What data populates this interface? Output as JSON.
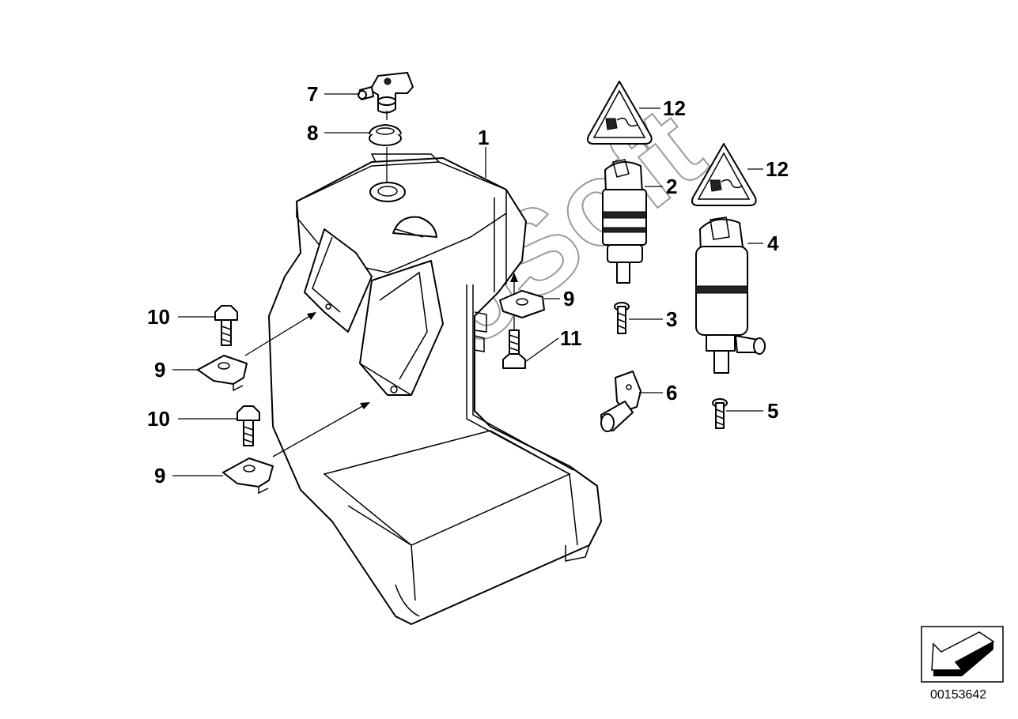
{
  "callouts": [
    {
      "id": "1",
      "label": "1",
      "part": "washer-fluid-reservoir"
    },
    {
      "id": "2",
      "label": "2",
      "part": "washer-pump"
    },
    {
      "id": "3",
      "label": "3",
      "part": "screw"
    },
    {
      "id": "4",
      "label": "4",
      "part": "headlight-washer-pump"
    },
    {
      "id": "5",
      "label": "5",
      "part": "screw"
    },
    {
      "id": "6",
      "label": "6",
      "part": "level-sensor"
    },
    {
      "id": "7",
      "label": "7",
      "part": "elbow-connector"
    },
    {
      "id": "8",
      "label": "8",
      "part": "grommet"
    },
    {
      "id": "9a",
      "label": "9",
      "part": "clip-nut"
    },
    {
      "id": "9b",
      "label": "9",
      "part": "clip-nut"
    },
    {
      "id": "9c",
      "label": "9",
      "part": "clip-nut"
    },
    {
      "id": "10a",
      "label": "10",
      "part": "bolt"
    },
    {
      "id": "10b",
      "label": "10",
      "part": "bolt"
    },
    {
      "id": "11",
      "label": "11",
      "part": "bolt"
    },
    {
      "id": "12a",
      "label": "12",
      "part": "warning-label"
    },
    {
      "id": "12b",
      "label": "12",
      "part": "warning-label"
    }
  ],
  "watermark": "AutoSoft",
  "diagram_number": "00153642",
  "icons": {
    "nav_arrow": "bottom-left-arrow-icon",
    "warning": "warning-triangle-icon"
  },
  "colors": {
    "line": "#000000",
    "background": "#ffffff",
    "watermark": "#9a9a9a"
  }
}
